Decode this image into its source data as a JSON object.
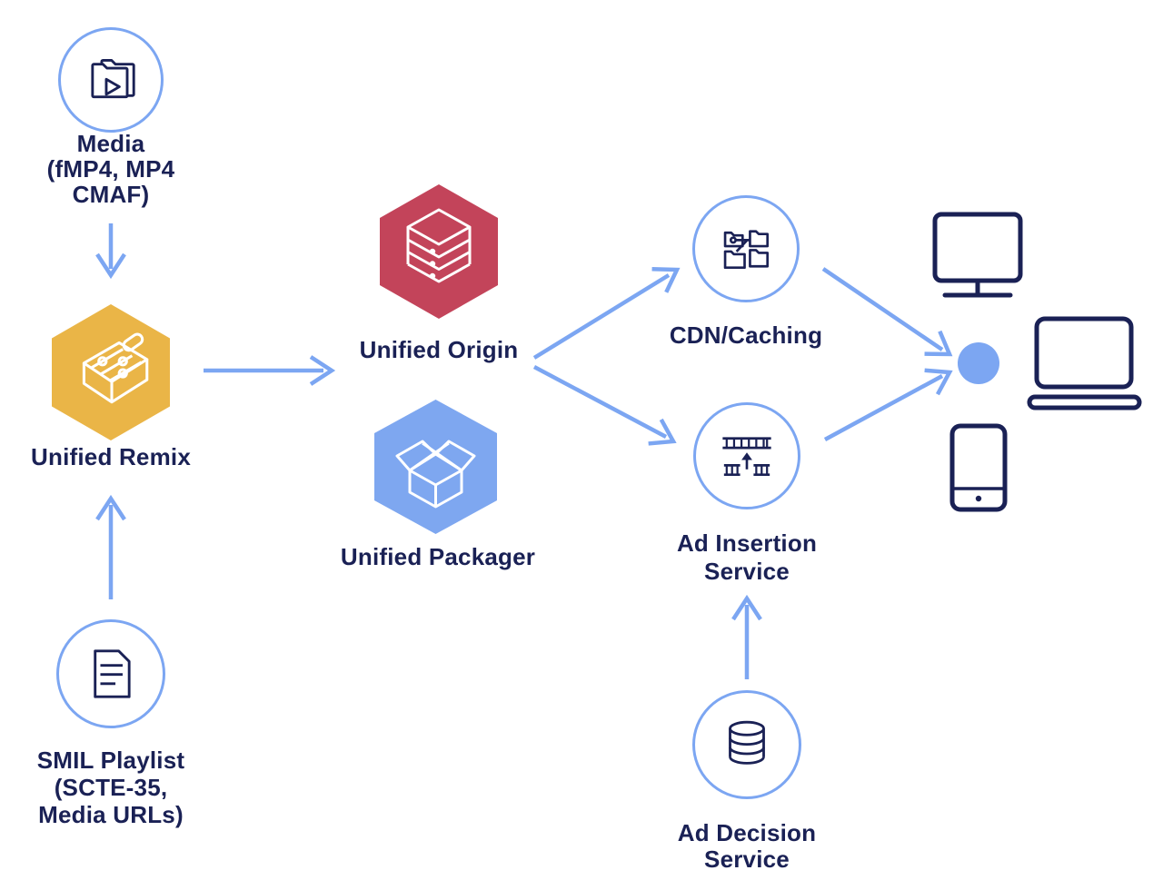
{
  "title": "Unified Streaming ad-insertion workflow diagram",
  "colors": {
    "accent_blue": "#7CA6F2",
    "hex_yellow": "#EAB547",
    "hex_red": "#C3445A",
    "hex_blue": "#7EA7F0",
    "navy": "#1A2155",
    "bg": "#FFFFFF"
  },
  "nodes": {
    "media": {
      "label": "Media\n(fMP4, MP4\nCMAF)",
      "icon": "media-folder-play-icon",
      "shape": "circle"
    },
    "remix": {
      "label": "Unified Remix",
      "icon": "remix-mixer-icon",
      "shape": "hexagon-yellow"
    },
    "smil": {
      "label": "SMIL Playlist\n(SCTE-35,\nMedia URLs)",
      "icon": "playlist-document-icon",
      "shape": "circle"
    },
    "origin": {
      "label": "Unified Origin",
      "icon": "server-stack-icon",
      "shape": "hexagon-red"
    },
    "packager": {
      "label": "Unified Packager",
      "icon": "open-box-icon",
      "shape": "hexagon-blue"
    },
    "cdn": {
      "label": "CDN/Caching",
      "icon": "distributed-folders-icon",
      "shape": "circle"
    },
    "ad_insertion": {
      "label": "Ad Insertion\nService",
      "icon": "filmstrip-insert-icon",
      "shape": "circle"
    },
    "ad_decision": {
      "label": "Ad Decision\nService",
      "icon": "database-icon",
      "shape": "circle"
    }
  },
  "devices": {
    "items": [
      "desktop-monitor-icon",
      "laptop-icon",
      "smartphone-icon",
      "viewer-dot"
    ]
  },
  "edges": [
    {
      "from": "media",
      "to": "remix"
    },
    {
      "from": "smil",
      "to": "remix"
    },
    {
      "from": "remix",
      "to": "origin-packager"
    },
    {
      "from": "origin",
      "to": "cdn"
    },
    {
      "from": "origin",
      "to": "ad_insertion"
    },
    {
      "from": "cdn",
      "to": "viewer"
    },
    {
      "from": "ad_insertion",
      "to": "viewer"
    },
    {
      "from": "ad_decision",
      "to": "ad_insertion"
    }
  ]
}
